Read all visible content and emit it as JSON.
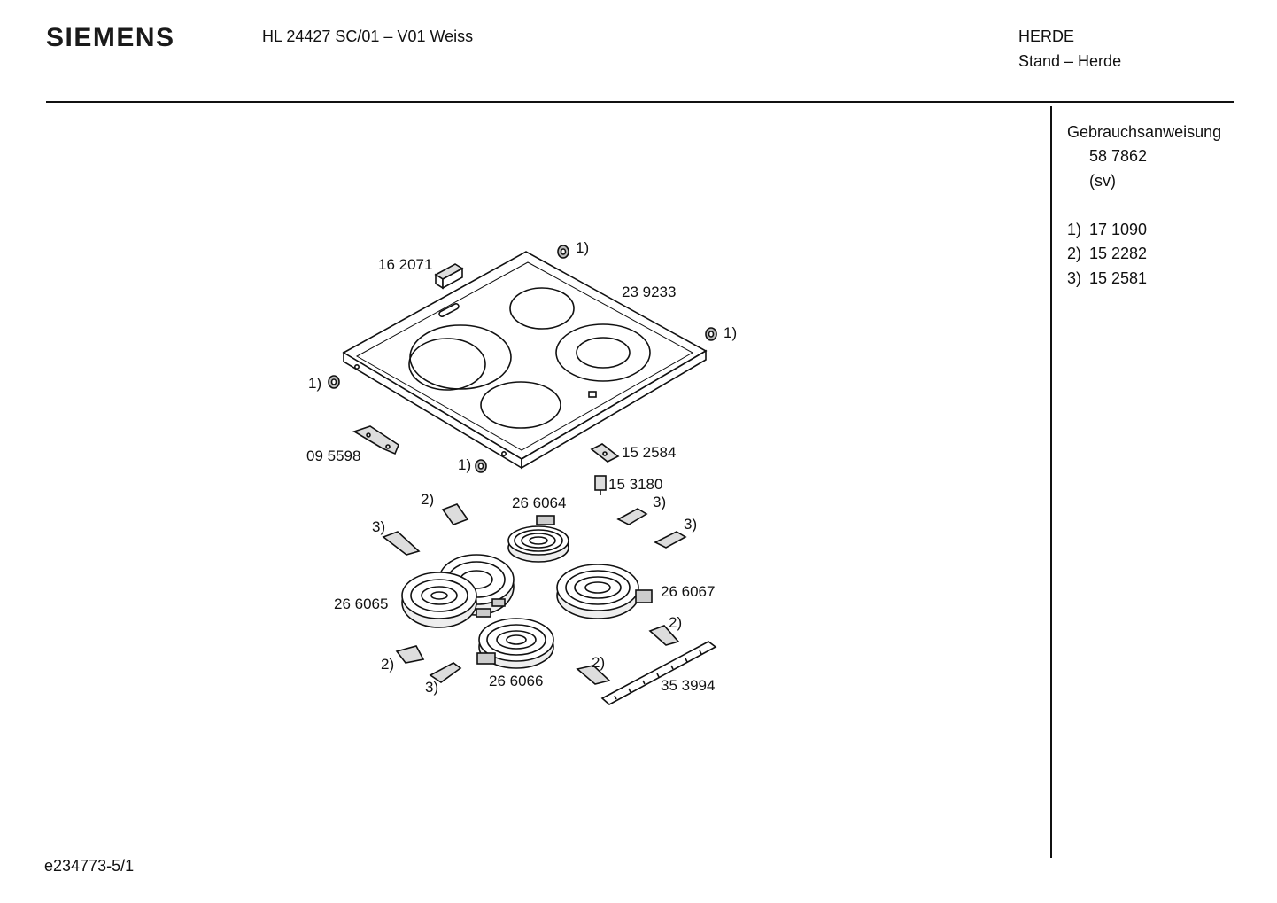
{
  "header": {
    "brand": "SIEMENS",
    "model": "HL 24427 SC/01 – V01 Weiss",
    "category": "HERDE",
    "subcategory": "Stand – Herde"
  },
  "sidebar": {
    "manual_label": "Gebrauchsanweisung",
    "manual_number": "58 7862",
    "manual_lang": "(sv)",
    "notes": [
      {
        "key": "1)",
        "value": "17 1090"
      },
      {
        "key": "2)",
        "value": "15 2282"
      },
      {
        "key": "3)",
        "value": "15 2581"
      }
    ]
  },
  "diagram": {
    "parts": {
      "p162071": "16 2071",
      "p239233": "23 9233",
      "p095598": "09 5598",
      "p152584": "15 2584",
      "p153180": "15 3180",
      "p266064": "26 6064",
      "p266065": "26 6065",
      "p266067": "26 6067",
      "p266066": "26 6066",
      "p353994": "35 3994"
    },
    "refs": {
      "r1": "1)",
      "r2": "2)",
      "r3": "3)"
    }
  },
  "footer": {
    "doc_id": "e234773-5/1"
  }
}
